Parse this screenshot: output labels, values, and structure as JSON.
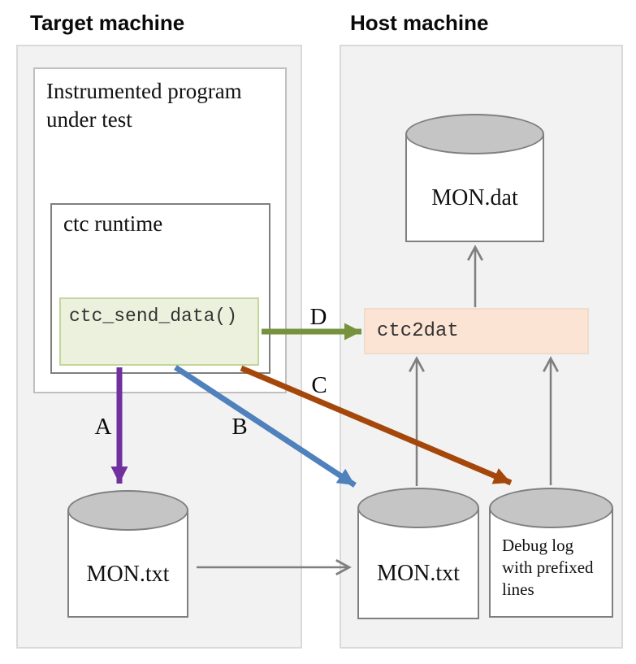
{
  "target": {
    "title": "Target machine",
    "instrumented_label": "Instrumented program under test",
    "runtime_label": "ctc runtime",
    "send_data_label": "ctc_send_data()",
    "mon_txt_label": "MON.txt"
  },
  "host": {
    "title": "Host machine",
    "mon_dat_label": "MON.dat",
    "ctc2dat_label": "ctc2dat",
    "mon_txt_label": "MON.txt",
    "debug_log_label": "Debug log with prefixed lines"
  },
  "arrows": {
    "a": {
      "label": "A",
      "color": "#7030a0"
    },
    "b": {
      "label": "B",
      "color": "#4f81bd"
    },
    "c": {
      "label": "C",
      "color": "#a5470a"
    },
    "d": {
      "label": "D",
      "color": "#76923c"
    },
    "gray_color": "#7f7f7f"
  },
  "colors": {
    "machine_fill": "#f2f2f2",
    "machine_border": "#d9d9d9",
    "instrumented_border": "#bfbfbf",
    "runtime_border": "#7f7f7f",
    "send_data_fill": "#ebf1dd",
    "send_data_border": "#c3d69b",
    "ctc2dat_fill": "#fce4d4",
    "cylinder_top_fill": "#c5c5c5",
    "cylinder_border": "#7f7f7f"
  }
}
